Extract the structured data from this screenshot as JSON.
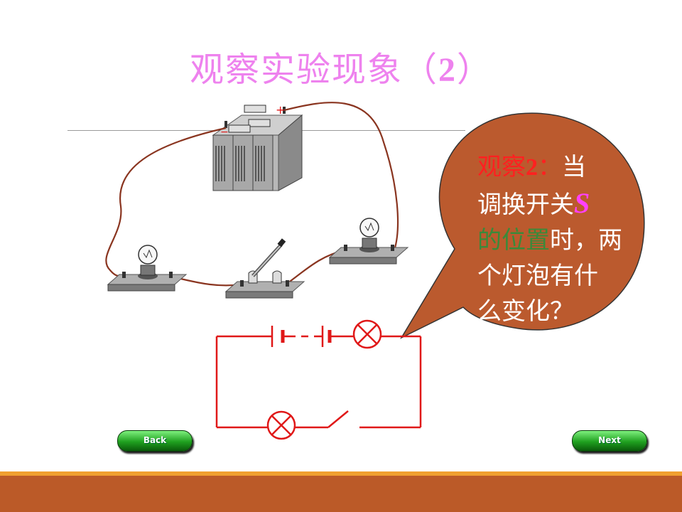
{
  "slide": {
    "title_main": "观察实验现象（",
    "title_num": "2",
    "title_close": "）"
  },
  "battery": {
    "plus": "+",
    "minus": "−"
  },
  "bubble": {
    "label_red": "观察",
    "label_num": "2",
    "label_colon": "：",
    "line1_rest": "当",
    "line2": "调换开关",
    "symbol": "S",
    "line3_green": "的位置",
    "line3_rest": "时，两",
    "line4": "个灯泡有什",
    "line5": "么变化？"
  },
  "nav": {
    "back_label": "Back",
    "next_label": "Next"
  },
  "colors": {
    "title": "#ee82ee",
    "bubble_fill": "#bb5a2e",
    "circuit": "#e01818",
    "wire": "#8a3520",
    "bar_orange": "#f0a030",
    "bar_brown": "#bb5a28"
  }
}
